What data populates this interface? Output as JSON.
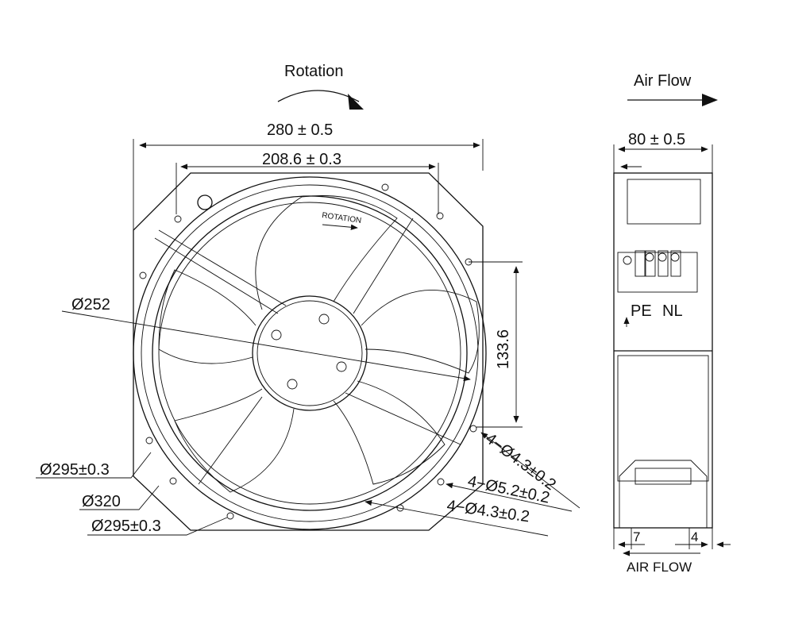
{
  "front_view": {
    "rotation_label": "Rotation",
    "rotation_on_blade": "ROTATION",
    "width_overall": "280 ± 0.5",
    "hole_spacing": "208.6 ± 0.3",
    "vertical_dim": "133.6",
    "blade_diameter": "Ø252",
    "dia_295_left": "Ø295±0.3",
    "dia_320": "Ø320",
    "dia_295_bottom": "Ø295±0.3",
    "hole_43_a": "4−Ø4.3±0.2",
    "hole_52": "4−Ø5.2±0.2",
    "hole_43_b": "4−Ø4.3±0.2"
  },
  "side_view": {
    "airflow_label": "Air Flow",
    "depth": "80 ± 0.5",
    "terminal_pe": "PE",
    "terminal_nl": "NL",
    "dim_left": "7",
    "dim_right": "4",
    "airflow_bottom": "AIR FLOW"
  }
}
